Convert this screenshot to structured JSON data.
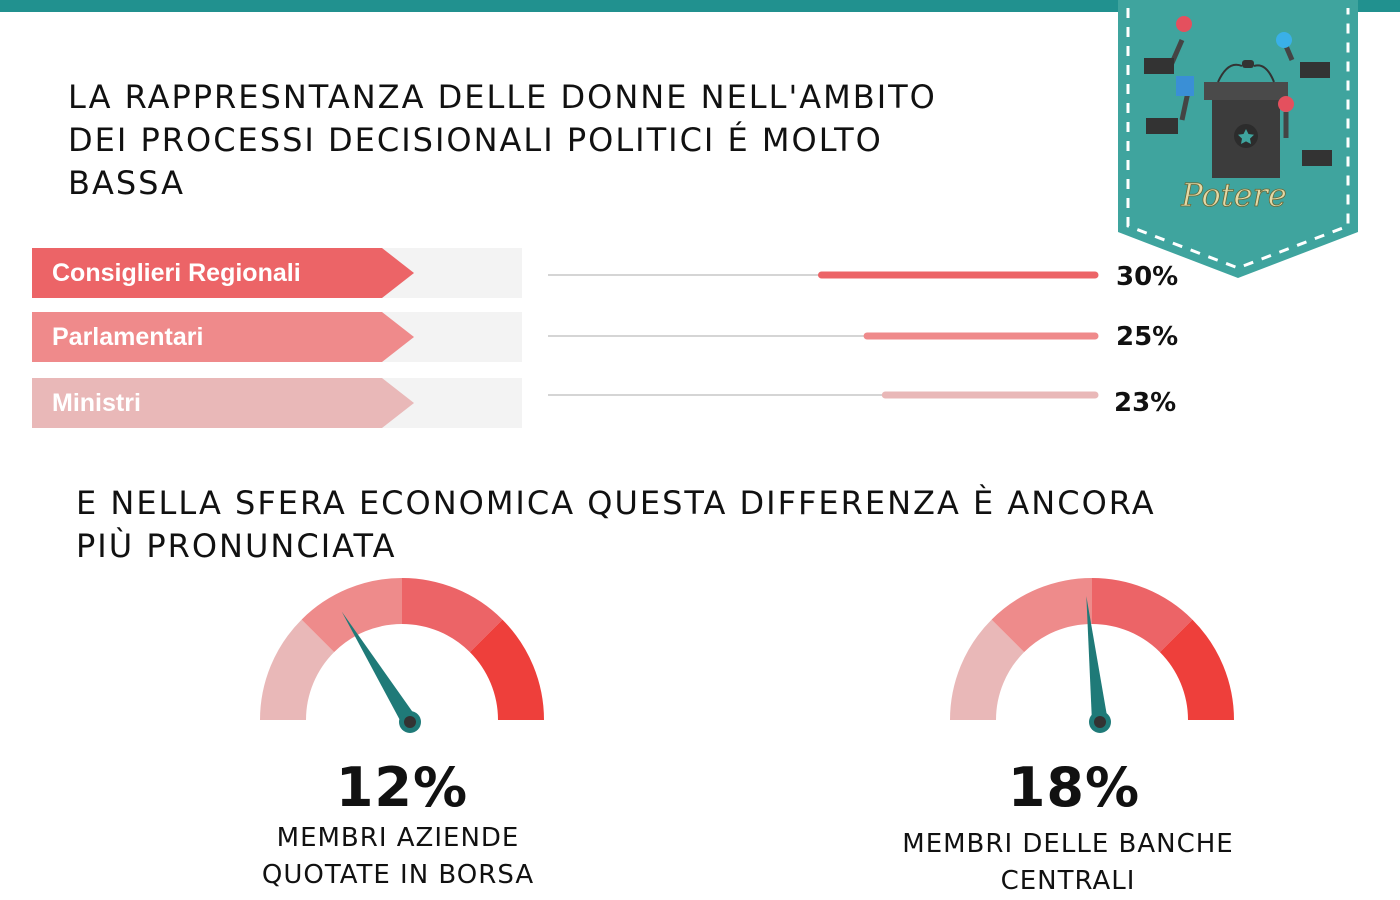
{
  "heading_politics": "LA RAPPRESNTANZA DELLE DONNE NELL'AMBITO DEI PROCESSI DECISIONALI POLITICI É MOLTO BASSA",
  "heading_economy": "E NELLA SFERA ECONOMICA QUESTA DIFFERENZA È ANCORA PIÙ PRONUNCIATA",
  "badge": {
    "label": "Potere",
    "color": "#3fa49e",
    "icon": "podium-microphones-icon"
  },
  "colors": {
    "top_bar": "#21918f",
    "needle": "#1f7a78"
  },
  "chart_data": [
    {
      "type": "bar",
      "categories": [
        "Consiglieri Regionali",
        "Parlamentari",
        "Ministri"
      ],
      "values": [
        30,
        25,
        23
      ],
      "value_labels": [
        "30%",
        "25%",
        "23%"
      ],
      "colors": [
        "#ec6467",
        "#ef8a8b",
        "#e9b8b8"
      ],
      "unit": "%",
      "ylim": [
        0,
        100
      ]
    },
    {
      "type": "gauge",
      "gauges": [
        {
          "value": 12,
          "value_label": "12%",
          "label_lines": [
            "MEMBRI AZIENDE",
            "QUOTATE IN BORSA"
          ]
        },
        {
          "value": 18,
          "value_label": "18%",
          "label_lines": [
            "MEMBRI DELLE BANCHE",
            "CENTRALI"
          ]
        }
      ],
      "segment_colors": [
        "#e9b8b8",
        "#ee8b8b",
        "#ec6467",
        "#ee3f3b"
      ],
      "range": [
        0,
        100
      ]
    }
  ]
}
